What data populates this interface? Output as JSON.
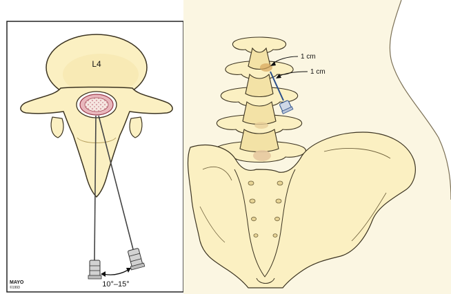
{
  "left_panel": {
    "vertebra_label": "L4",
    "angle_label": "10°–15°",
    "logo_line1": "MAYO",
    "logo_line2": "©1993"
  },
  "right_panel": {
    "measure_label_1": "1 cm",
    "measure_label_2": "1 cm"
  },
  "colors": {
    "bone_fill": "#fbf0c2",
    "bone_stroke": "#3b3320",
    "bone_shadow": "#e6d394",
    "cord_fill": "#e9b7bd",
    "cord_stroke": "#9b3b4a",
    "needle": "#444444",
    "needle_hub": "#c9c9c9",
    "background_body": "#fbf6e2",
    "frame": "#222222"
  }
}
